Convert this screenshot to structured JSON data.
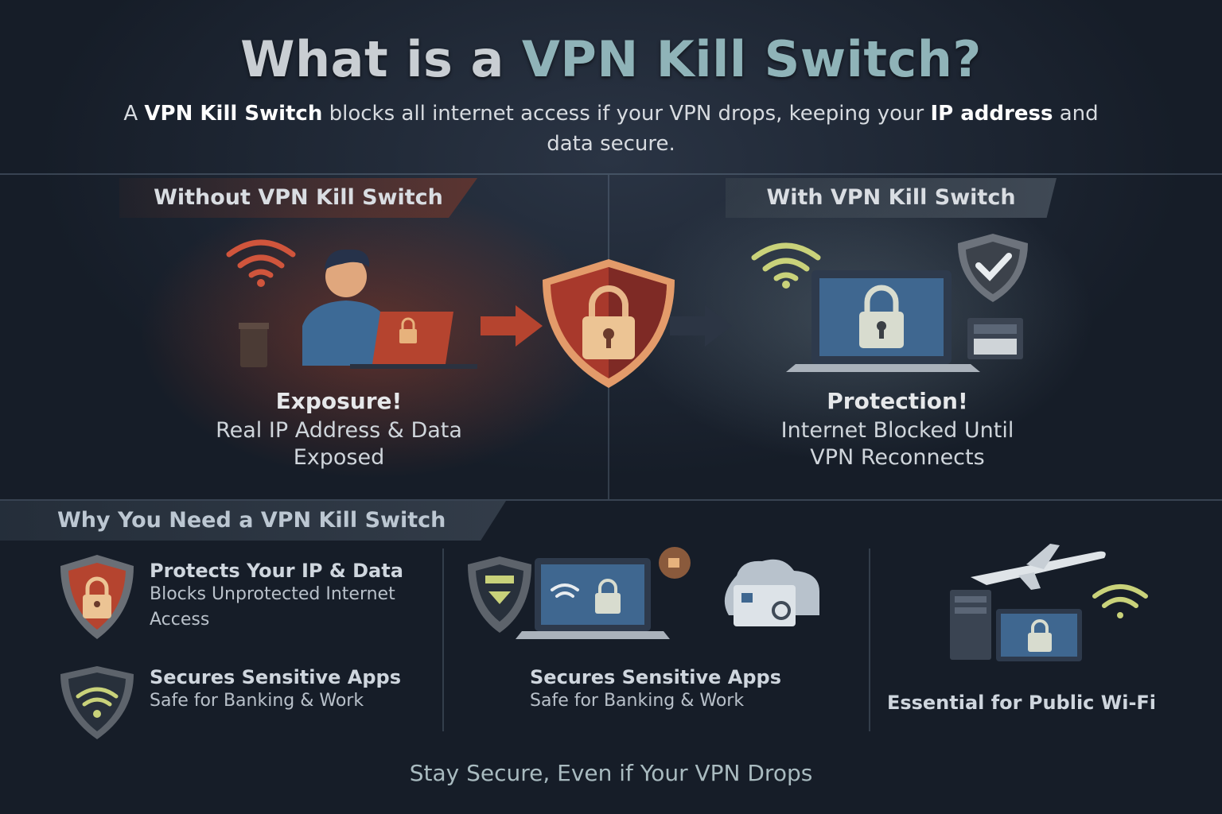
{
  "header": {
    "title_prefix": "What is a ",
    "title_accent": "VPN Kill Switch?",
    "subtitle_part1": "A ",
    "subtitle_bold1": "VPN Kill Switch",
    "subtitle_part2": " blocks all internet access if your VPN drops, keeping your ",
    "subtitle_bold2": "IP address",
    "subtitle_part3": " and data secure."
  },
  "without": {
    "banner": "Without VPN Kill Switch",
    "heading": "Exposure!",
    "line1": "Real IP Address & Data",
    "line2": "Exposed"
  },
  "with": {
    "banner": "With VPN Kill Switch",
    "heading": "Protection!",
    "line1": "Internet Blocked Until",
    "line2": "VPN Reconnects"
  },
  "why": {
    "banner": "Why You Need a VPN Kill Switch",
    "items": [
      {
        "title": "Protects Your IP & Data",
        "desc1": "Blocks Unprotected Internet",
        "desc2": "Access"
      },
      {
        "title": "Secures Sensitive Apps",
        "desc1": "Safe for Banking & Work"
      },
      {
        "title": "Secures Sensitive Apps",
        "desc1": "Safe for Banking & Work"
      },
      {
        "title": "Essential for Public Wi-Fi"
      }
    ]
  },
  "footer": "Stay Secure, Even if Your VPN Drops",
  "colors": {
    "danger": "#b5442f",
    "accent": "#8fb3b8",
    "wifi_safe": "#c9d27a"
  },
  "icons": [
    "wifi-icon",
    "padlock-icon",
    "shield-icon",
    "checkmark-shield-icon",
    "laptop-icon",
    "arrow-icon",
    "airplane-icon",
    "cloud-icon",
    "coffee-cup-icon"
  ]
}
